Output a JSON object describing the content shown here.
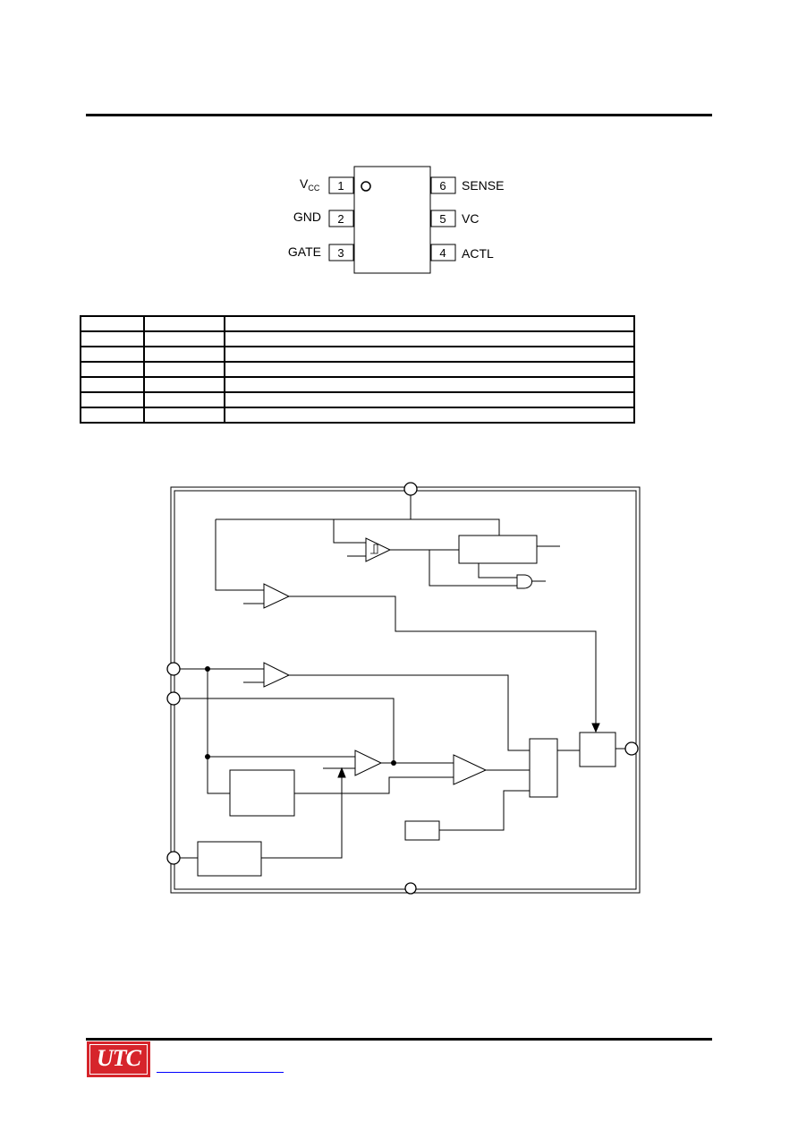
{
  "package": {
    "pins": [
      {
        "num": "1",
        "name": "V",
        "sub": "CC"
      },
      {
        "num": "2",
        "name": "GND"
      },
      {
        "num": "3",
        "name": "GATE"
      },
      {
        "num": "4",
        "name": "ACTL"
      },
      {
        "num": "5",
        "name": "VC"
      },
      {
        "num": "6",
        "name": "SENSE"
      }
    ]
  },
  "pin_table": {
    "rows": 7,
    "columns": 3
  },
  "block_diagram": {
    "schmitt_symbol": "schmitt-trigger-icon"
  },
  "footer": {
    "logo_text": "UTC",
    "logo_color": "#d6242b",
    "link_text": ""
  }
}
